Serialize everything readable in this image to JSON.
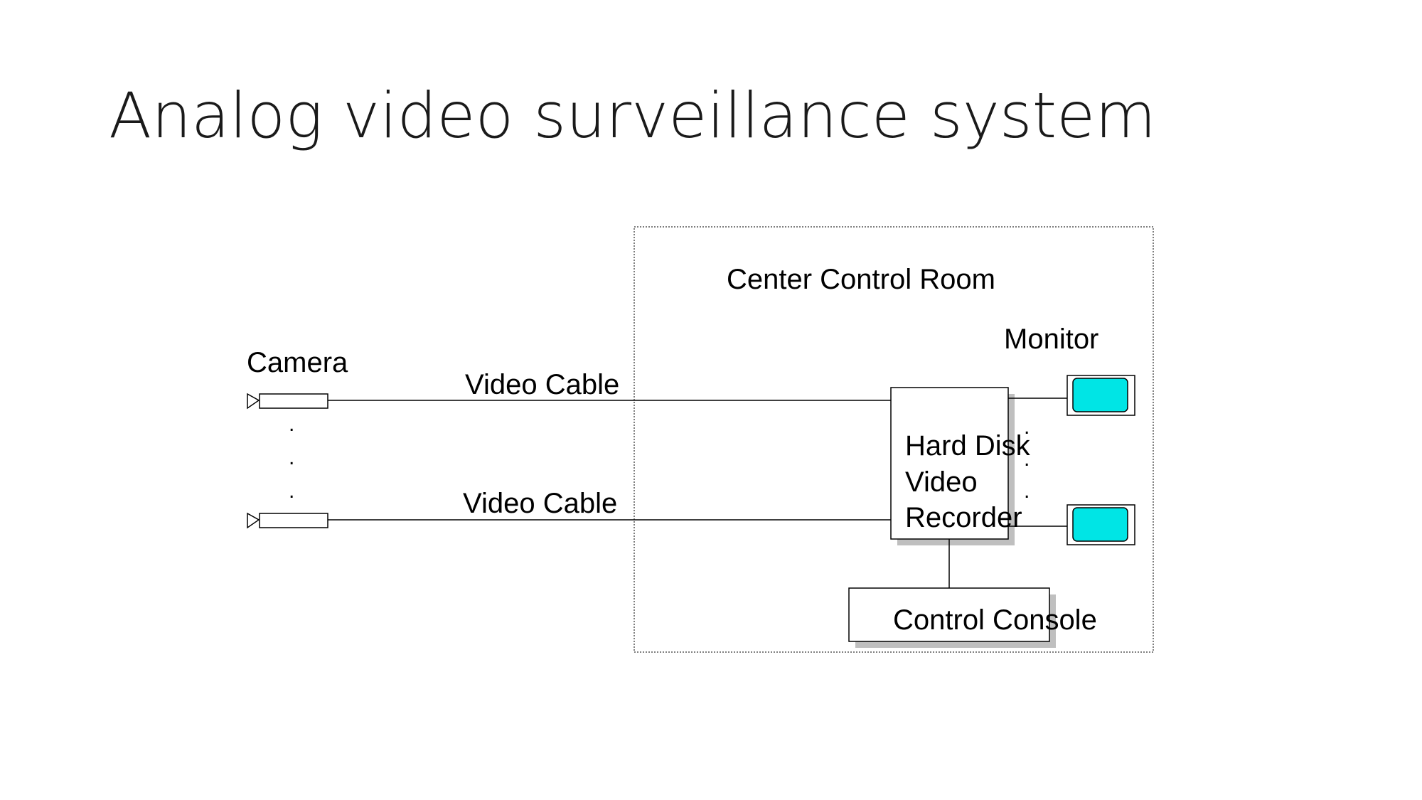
{
  "slide": {
    "title": "Analog video surveillance system"
  },
  "diagram": {
    "room_label": "Center Control Room",
    "camera_label": "Camera",
    "monitor_label": "Monitor",
    "cable_top_label": "Video Cable",
    "cable_bottom_label": "Video Cable",
    "recorder_label_lines": [
      "Hard Disk",
      "Video",
      "Recorder"
    ],
    "console_label": "Control Console",
    "camera_ellipsis": ".",
    "monitor_ellipsis": ".",
    "colors": {
      "monitor_screen": "#00E5E5",
      "line": "#000000",
      "shadow": "#BFBFBF",
      "room_border": "#555555"
    }
  }
}
